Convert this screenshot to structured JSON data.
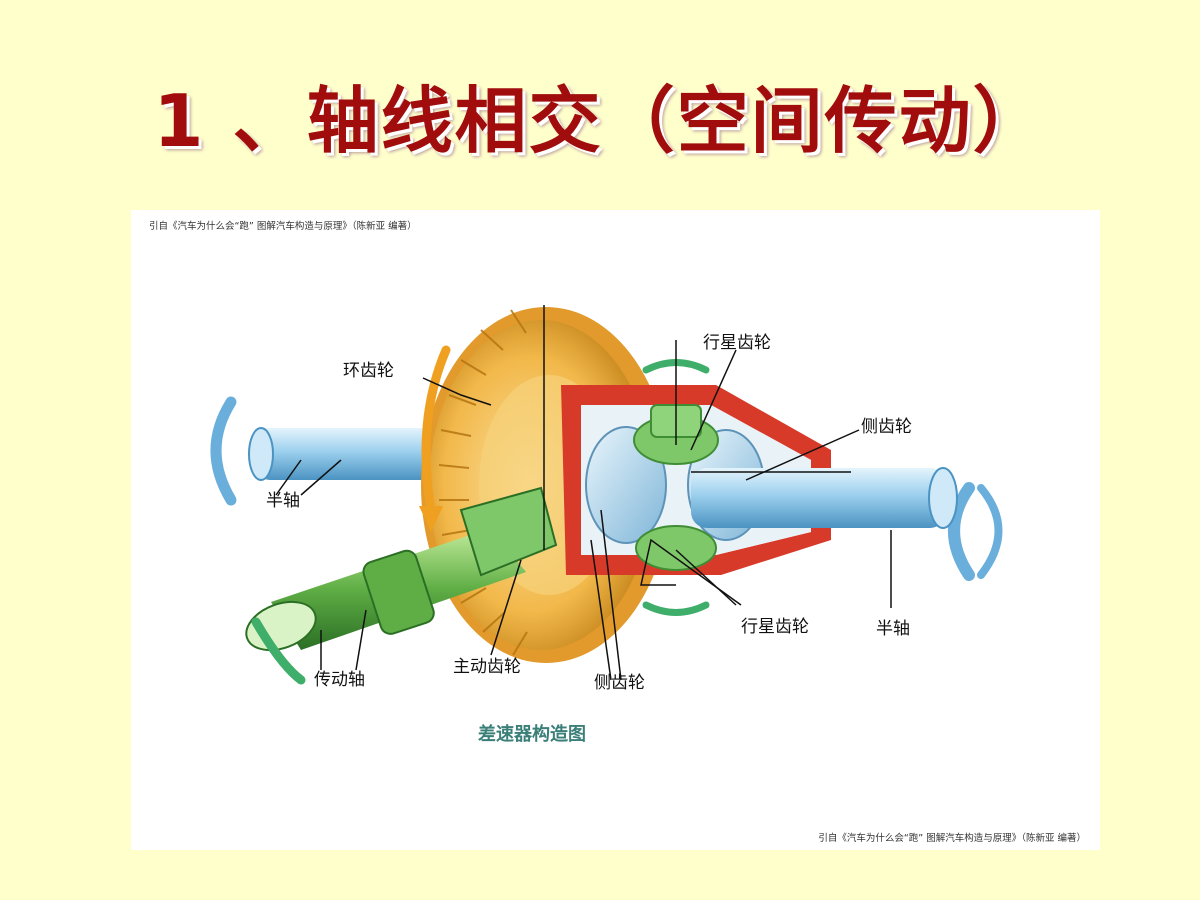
{
  "slide": {
    "title": "1 、轴线相交（空间传动）"
  },
  "figure": {
    "citation_top": "引自《汽车为什么会“跑” 图解汽车构造与原理》（陈新亚 编著）",
    "citation_bottom": "引自《汽车为什么会“跑” 图解汽车构造与原理》（陈新亚 编著）",
    "caption": "差速器构造图",
    "labels": {
      "ring_gear": "环齿轮",
      "planet_gear_top": "行星齿轮",
      "side_gear_right": "侧齿轮",
      "half_shaft_left": "半轴",
      "half_shaft_right": "半轴",
      "planet_gear_bottom": "行星齿轮",
      "drive_shaft": "传动轴",
      "drive_pinion": "主动齿轮",
      "side_gear_bottom": "侧齿轮"
    },
    "colors": {
      "ring_gear": "#f2b84a",
      "shaft": "#9cd0ee",
      "drive_shaft": "#5fae45",
      "case": "#d83a2a",
      "planet_gear": "#7ec86a",
      "side_gear": "#b9dcef",
      "arrow_blue": "#6aaedc",
      "arrow_green": "#3fae6a",
      "arrow_orange": "#f0a020"
    }
  }
}
